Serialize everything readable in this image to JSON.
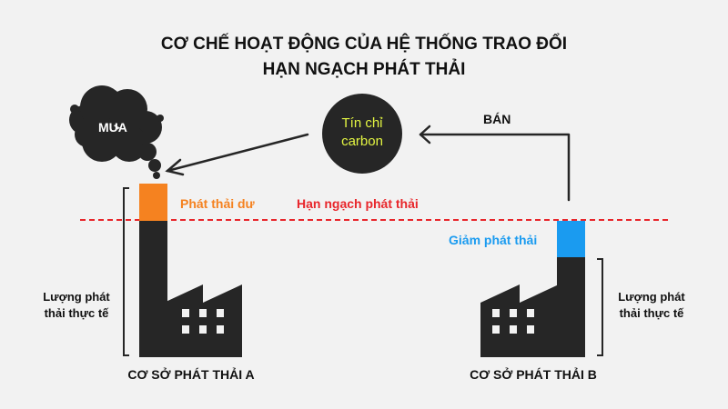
{
  "title": {
    "line1": "CƠ CHẾ HOẠT ĐỘNG CỦA HỆ THỐNG TRAO ĐỔI",
    "line2": "HẠN NGẠCH PHÁT THẢI"
  },
  "cloud_label": "MUA",
  "credit": {
    "line1": "Tín chỉ",
    "line2": "carbon"
  },
  "sell_label": "BÁN",
  "quota_label": "Hạn ngạch phát thải",
  "excess_label": "Phát thải dư",
  "reduce_label": "Giảm phát thải",
  "actual_a": {
    "line1": "Lượng phát",
    "line2": "thải thực tế"
  },
  "actual_b": {
    "line1": "Lượng phát",
    "line2": "thải thực tế"
  },
  "facility_a": "CƠ SỞ PHÁT THẢI A",
  "facility_b": "CƠ SỞ PHÁT THẢI B",
  "colors": {
    "background": "#f2f2f2",
    "factory": "#262626",
    "excess": "#f58220",
    "reduction": "#1a9bf0",
    "quota_line": "#e8262b",
    "credit_text": "#e3f542"
  }
}
